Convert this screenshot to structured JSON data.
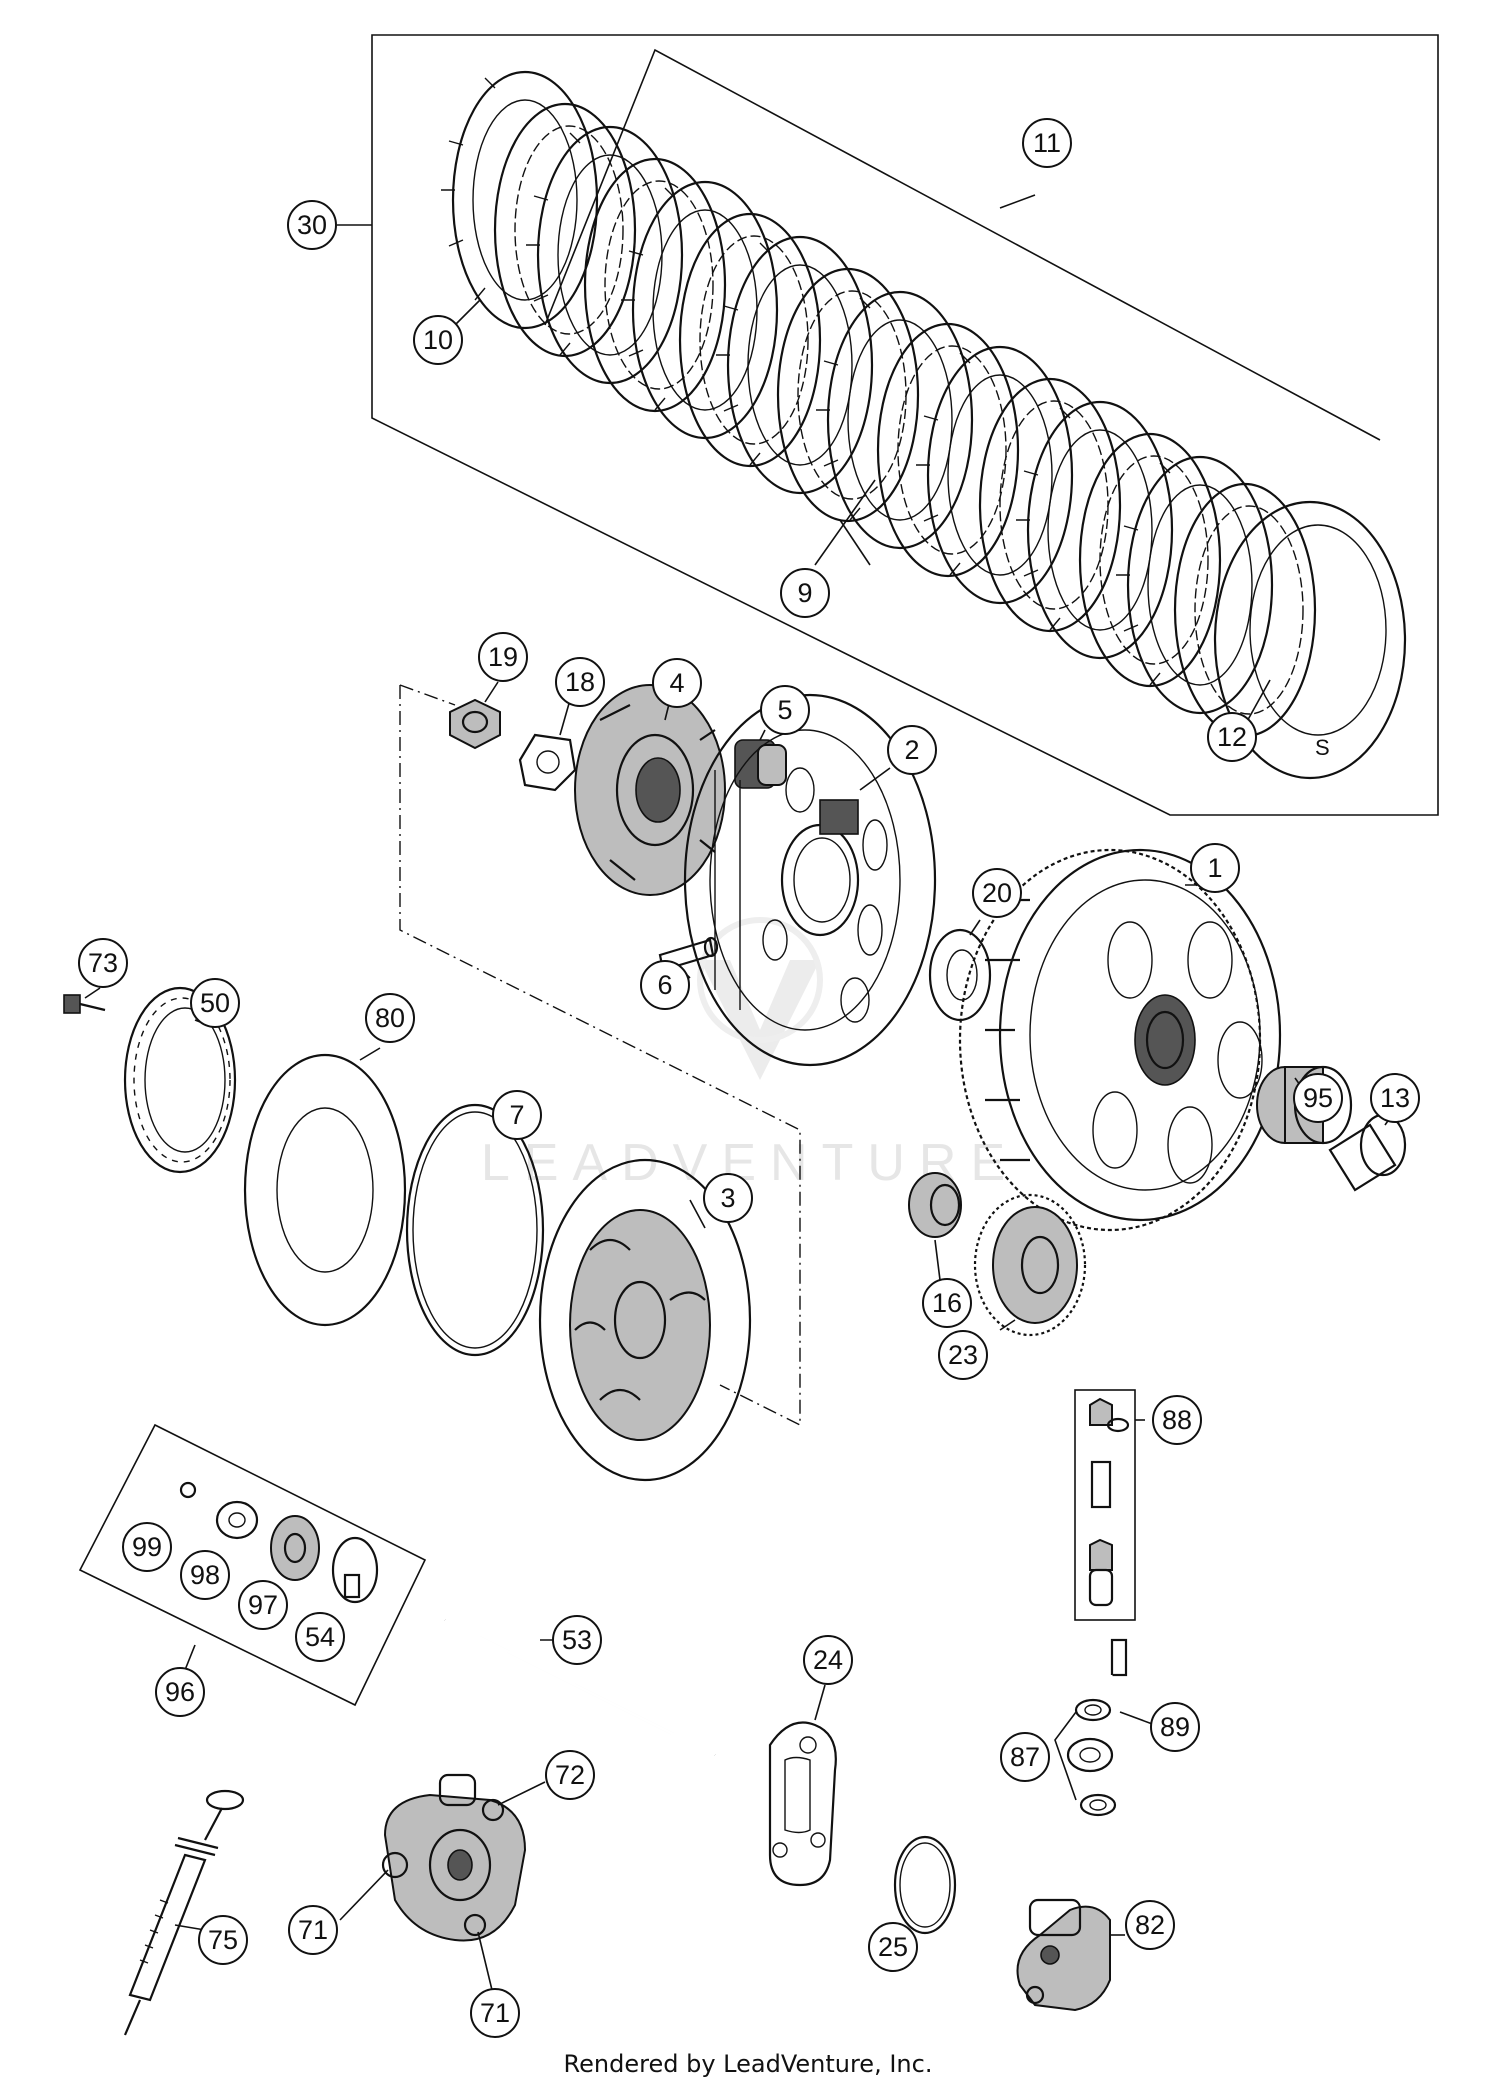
{
  "watermark": "LEADVENTURE",
  "credit": "Rendered by LeadVenture, Inc.",
  "plate_mark": "S",
  "callouts": [
    {
      "id": "c30",
      "label": "30"
    },
    {
      "id": "c10",
      "label": "10"
    },
    {
      "id": "c11",
      "label": "11"
    },
    {
      "id": "c9",
      "label": "9"
    },
    {
      "id": "c12",
      "label": "12"
    },
    {
      "id": "c19",
      "label": "19"
    },
    {
      "id": "c18",
      "label": "18"
    },
    {
      "id": "c4",
      "label": "4"
    },
    {
      "id": "c5",
      "label": "5"
    },
    {
      "id": "c2",
      "label": "2"
    },
    {
      "id": "c1",
      "label": "1"
    },
    {
      "id": "c20",
      "label": "20"
    },
    {
      "id": "c6",
      "label": "6"
    },
    {
      "id": "c73",
      "label": "73"
    },
    {
      "id": "c50",
      "label": "50"
    },
    {
      "id": "c80",
      "label": "80"
    },
    {
      "id": "c7",
      "label": "7"
    },
    {
      "id": "c3",
      "label": "3"
    },
    {
      "id": "c95",
      "label": "95"
    },
    {
      "id": "c13",
      "label": "13"
    },
    {
      "id": "c16",
      "label": "16"
    },
    {
      "id": "c23",
      "label": "23"
    },
    {
      "id": "c88",
      "label": "88"
    },
    {
      "id": "c99",
      "label": "99"
    },
    {
      "id": "c98",
      "label": "98"
    },
    {
      "id": "c97",
      "label": "97"
    },
    {
      "id": "c54",
      "label": "54"
    },
    {
      "id": "c96",
      "label": "96"
    },
    {
      "id": "c53",
      "label": "53"
    },
    {
      "id": "c24",
      "label": "24"
    },
    {
      "id": "c89",
      "label": "89"
    },
    {
      "id": "c87",
      "label": "87"
    },
    {
      "id": "c72",
      "label": "72"
    },
    {
      "id": "c75",
      "label": "75"
    },
    {
      "id": "c71a",
      "label": "71"
    },
    {
      "id": "c71b",
      "label": "71"
    },
    {
      "id": "c25",
      "label": "25"
    },
    {
      "id": "c82",
      "label": "82"
    }
  ]
}
